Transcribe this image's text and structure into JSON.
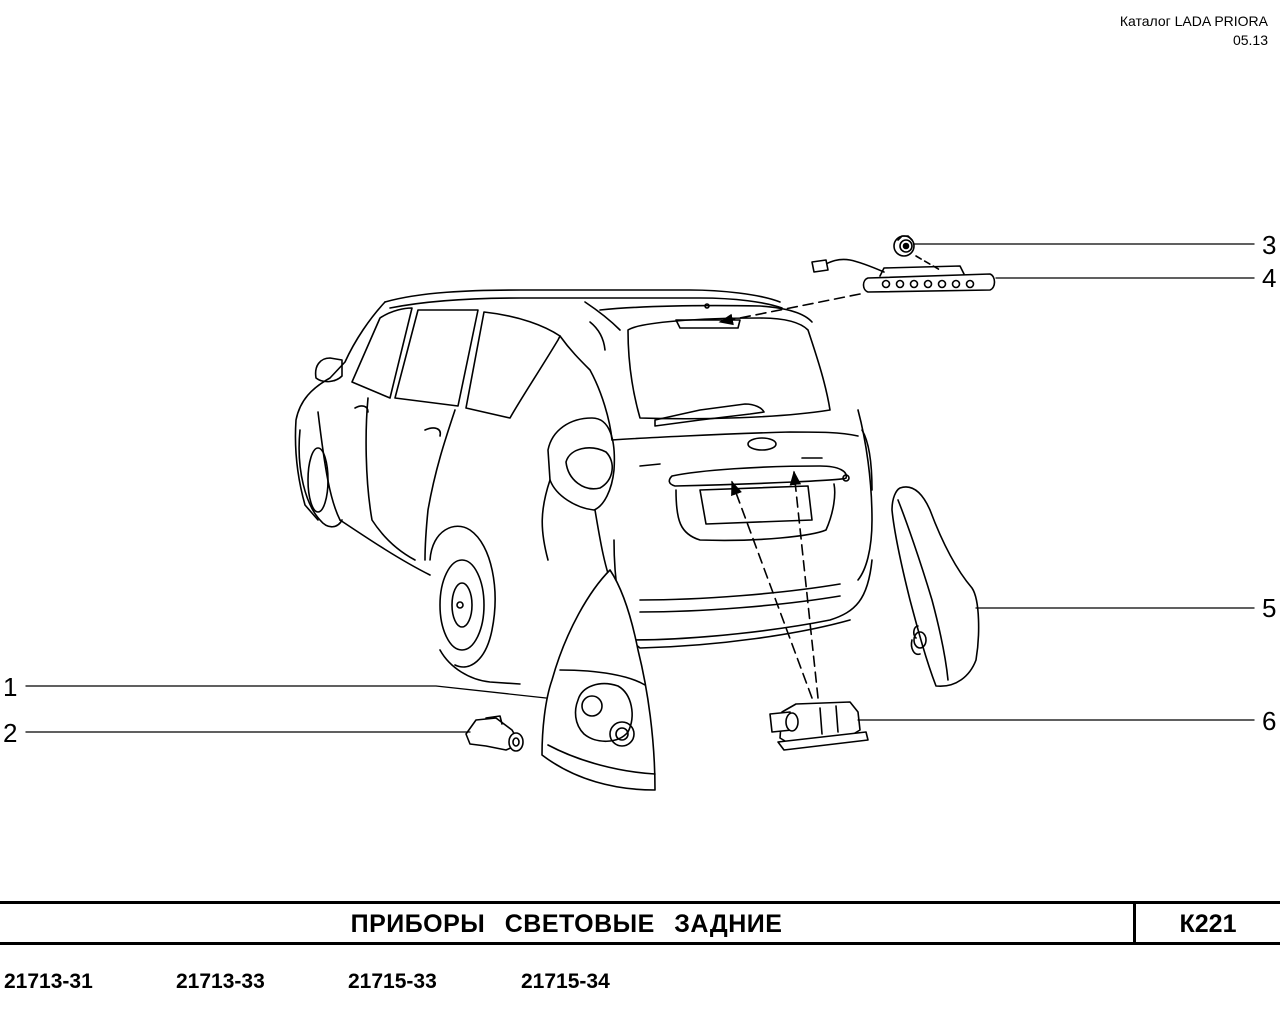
{
  "header": {
    "catalog": "Каталог  LADA  PRIORA",
    "date": "05.13"
  },
  "callouts": [
    "1",
    "2",
    "3",
    "4",
    "5",
    "6"
  ],
  "title": "ПРИБОРЫ   СВЕТОВЫЕ   ЗАДНИЕ",
  "page_code": "К221",
  "models": [
    "21713-31",
    "21713-33",
    "21715-33",
    "21715-34"
  ]
}
